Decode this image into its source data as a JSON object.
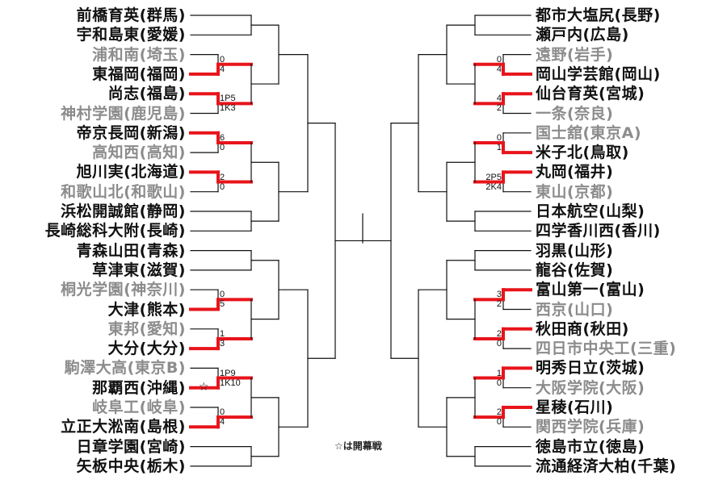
{
  "colors": {
    "winner_line": "#e8141b",
    "line": "#111111",
    "loser_text": "#8c8c8c",
    "team_text": "#111111"
  },
  "note": "☆は開幕戦",
  "opening_game_mark": "☆",
  "left": {
    "teams": [
      {
        "name": "前橋育英(群馬)",
        "result": "bye",
        "score": ""
      },
      {
        "name": "宇和島東(愛媛)",
        "result": "bye",
        "score": ""
      },
      {
        "name": "浦和南(埼玉)",
        "result": "lose",
        "score": "0"
      },
      {
        "name": "東福岡(福岡)",
        "result": "win",
        "score": "4"
      },
      {
        "name": "尚志(福島)",
        "result": "win",
        "score": "1P5"
      },
      {
        "name": "神村学園(鹿児島)",
        "result": "lose",
        "score": "1K3"
      },
      {
        "name": "帝京長岡(新潟)",
        "result": "win",
        "score": "6"
      },
      {
        "name": "高知西(高知)",
        "result": "lose",
        "score": "0"
      },
      {
        "name": "旭川実(北海道)",
        "result": "win",
        "score": "2"
      },
      {
        "name": "和歌山北(和歌山)",
        "result": "lose",
        "score": "0"
      },
      {
        "name": "浜松開誠館(静岡)",
        "result": "bye",
        "score": ""
      },
      {
        "name": "長崎総科大附(長崎)",
        "result": "bye",
        "score": ""
      },
      {
        "name": "青森山田(青森)",
        "result": "bye",
        "score": ""
      },
      {
        "name": "草津東(滋賀)",
        "result": "bye",
        "score": ""
      },
      {
        "name": "桐光学園(神奈川)",
        "result": "lose",
        "score": "0"
      },
      {
        "name": "大津(熊本)",
        "result": "win",
        "score": "5"
      },
      {
        "name": "東邦(愛知)",
        "result": "lose",
        "score": "1"
      },
      {
        "name": "大分(大分)",
        "result": "win",
        "score": "3"
      },
      {
        "name": "駒澤大高(東京B)",
        "result": "lose",
        "score": "1P9"
      },
      {
        "name": "那覇西(沖縄)",
        "result": "win",
        "score": "1K10"
      },
      {
        "name": "岐阜工(岐阜)",
        "result": "lose",
        "score": "0"
      },
      {
        "name": "立正大淞南(島根)",
        "result": "win",
        "score": "4"
      },
      {
        "name": "日章学園(宮崎)",
        "result": "bye",
        "score": ""
      },
      {
        "name": "矢板中央(栃木)",
        "result": "bye",
        "score": ""
      }
    ]
  },
  "right": {
    "teams": [
      {
        "name": "都市大塩尻(長野)",
        "result": "bye",
        "score": ""
      },
      {
        "name": "瀬戸内(広島)",
        "result": "bye",
        "score": ""
      },
      {
        "name": "遠野(岩手)",
        "result": "lose",
        "score": "0"
      },
      {
        "name": "岡山学芸館(岡山)",
        "result": "win",
        "score": "4"
      },
      {
        "name": "仙台育英(宮城)",
        "result": "win",
        "score": "4"
      },
      {
        "name": "一条(奈良)",
        "result": "lose",
        "score": "2"
      },
      {
        "name": "国士舘(東京A)",
        "result": "lose",
        "score": "0"
      },
      {
        "name": "米子北(鳥取)",
        "result": "win",
        "score": "1"
      },
      {
        "name": "丸岡(福井)",
        "result": "win",
        "score": "2P5"
      },
      {
        "name": "東山(京都)",
        "result": "lose",
        "score": "2K4"
      },
      {
        "name": "日本航空(山梨)",
        "result": "bye",
        "score": ""
      },
      {
        "name": "四学香川西(香川)",
        "result": "bye",
        "score": ""
      },
      {
        "name": "羽黒(山形)",
        "result": "bye",
        "score": ""
      },
      {
        "name": "龍谷(佐賀)",
        "result": "bye",
        "score": ""
      },
      {
        "name": "富山第一(富山)",
        "result": "win",
        "score": "3"
      },
      {
        "name": "西京(山口)",
        "result": "lose",
        "score": "2"
      },
      {
        "name": "秋田商(秋田)",
        "result": "win",
        "score": "2"
      },
      {
        "name": "四日市中央工(三重)",
        "result": "lose",
        "score": "0"
      },
      {
        "name": "明秀日立(茨城)",
        "result": "win",
        "score": "1"
      },
      {
        "name": "大阪学院(大阪)",
        "result": "lose",
        "score": "0"
      },
      {
        "name": "星稜(石川)",
        "result": "win",
        "score": "2"
      },
      {
        "name": "関西学院(兵庫)",
        "result": "lose",
        "score": "0"
      },
      {
        "name": "徳島市立(徳島)",
        "result": "bye",
        "score": ""
      },
      {
        "name": "流通経済大柏(千葉)",
        "result": "bye",
        "score": ""
      }
    ]
  }
}
